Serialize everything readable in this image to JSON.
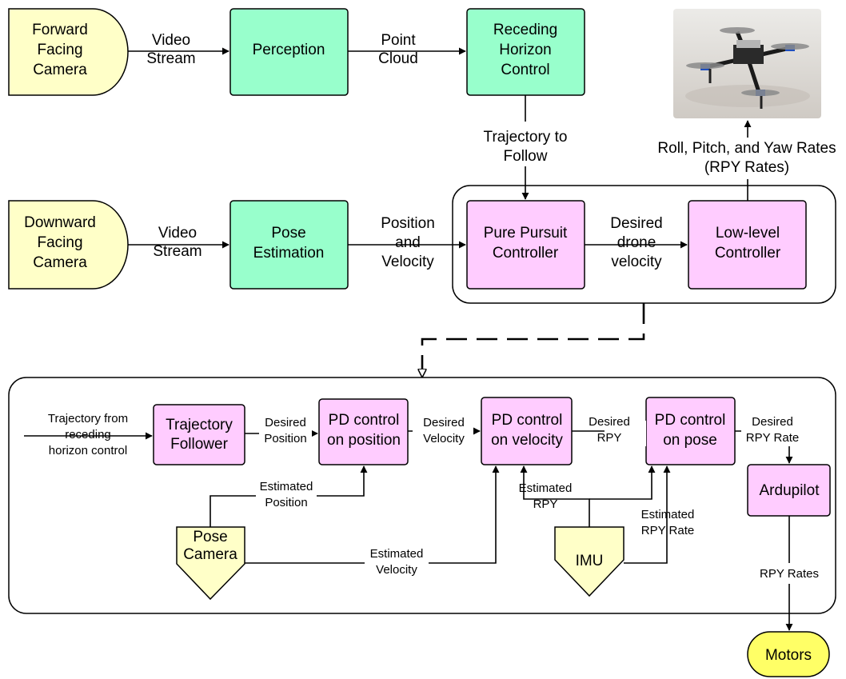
{
  "colors": {
    "camera_fill": "#ffffc8",
    "process_fill": "#98ffcc",
    "controller_fill": "#ffccff",
    "motors_fill": "#ffff66",
    "stroke": "#000000"
  },
  "top": {
    "forward_camera": [
      "Forward",
      "Facing",
      "Camera"
    ],
    "video_stream_1": [
      "Video",
      "Stream"
    ],
    "perception": [
      "Perception"
    ],
    "point_cloud": [
      "Point",
      "Cloud"
    ],
    "receding_horizon": [
      "Receding",
      "Horizon",
      "Control"
    ],
    "trajectory_to_follow": [
      "Trajectory to",
      "Follow"
    ],
    "rpy_rates_out": [
      "Roll, Pitch, and Yaw Rates",
      "(RPY Rates)"
    ],
    "downward_camera": [
      "Downward",
      "Facing",
      "Camera"
    ],
    "video_stream_2": [
      "Video",
      "Stream"
    ],
    "pose_estimation": [
      "Pose",
      "Estimation"
    ],
    "position_velocity": [
      "Position",
      "and",
      "Velocity"
    ],
    "pure_pursuit": [
      "Pure Pursuit",
      "Controller"
    ],
    "desired_drone_velocity": [
      "Desired",
      "drone",
      "velocity"
    ],
    "low_level": [
      "Low-level",
      "Controller"
    ],
    "drone_photo_icon": "quadcopter-photo"
  },
  "bottom": {
    "trajectory_from": [
      "Trajectory from",
      "receding",
      "horizon control"
    ],
    "trajectory_follower": [
      "Trajectory",
      "Follower"
    ],
    "desired_position": [
      "Desired",
      "Position"
    ],
    "pd_position": [
      "PD control",
      "on position"
    ],
    "desired_velocity": [
      "Desired",
      "Velocity"
    ],
    "pd_velocity": [
      "PD control",
      "on velocity"
    ],
    "desired_rpy": [
      "Desired",
      "RPY"
    ],
    "pd_pose": [
      "PD control",
      "on pose"
    ],
    "desired_rpy_rate": [
      "Desired",
      "RPY Rate"
    ],
    "ardupilot": [
      "Ardupilot"
    ],
    "estimated_position": [
      "Estimated",
      "Position"
    ],
    "pose_camera": [
      "Pose",
      "Camera"
    ],
    "estimated_velocity": [
      "Estimated",
      "Velocity"
    ],
    "estimated_rpy": [
      "Estimated",
      "RPY"
    ],
    "imu": [
      "IMU"
    ],
    "estimated_rpy_rate": [
      "Estimated",
      "RPY Rate"
    ],
    "rpy_rates": [
      "RPY Rates"
    ],
    "motors": [
      "Motors"
    ]
  }
}
